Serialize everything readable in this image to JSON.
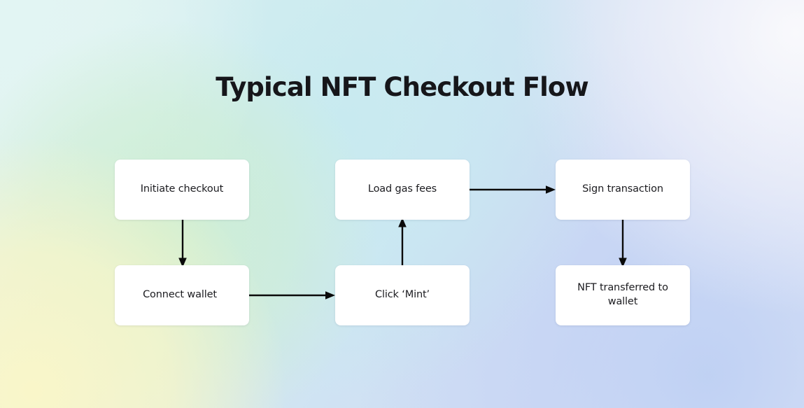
{
  "page": {
    "title": "Typical NFT Checkout Flow",
    "background_colors": {
      "mint_top_left": "#e2f5f3",
      "green_left_center": "#cdeed0",
      "cream_bottom_left": "#faf6c8",
      "cyan_center": "#c6ebf0",
      "periwinkle_bottom_right": "#bed0f3",
      "lavender_top_right": "#f0f0fa"
    },
    "title_color": "#16161a"
  },
  "diagram": {
    "node_fill": "#ffffff",
    "node_text_color": "#1c1c20",
    "edge_color": "#0a0a0a",
    "nodes": [
      {
        "id": "initiate-checkout",
        "label": "Initiate checkout",
        "column": 1,
        "row": 1
      },
      {
        "id": "connect-wallet",
        "label": "Connect wallet",
        "column": 1,
        "row": 2
      },
      {
        "id": "load-gas-fees",
        "label": "Load gas fees",
        "column": 2,
        "row": 1
      },
      {
        "id": "click-mint",
        "label": "Click ‘Mint’",
        "column": 2,
        "row": 2
      },
      {
        "id": "sign-transaction",
        "label": "Sign transaction",
        "column": 3,
        "row": 1
      },
      {
        "id": "nft-transferred",
        "label": "NFT transferred to wallet",
        "column": 3,
        "row": 2
      }
    ],
    "edges": [
      {
        "id": "initiate-to-connect",
        "from": "initiate-checkout",
        "to": "connect-wallet",
        "direction": "down"
      },
      {
        "id": "connect-to-mint",
        "from": "connect-wallet",
        "to": "click-mint",
        "direction": "right"
      },
      {
        "id": "mint-to-gas",
        "from": "click-mint",
        "to": "load-gas-fees",
        "direction": "up"
      },
      {
        "id": "gas-to-sign",
        "from": "load-gas-fees",
        "to": "sign-transaction",
        "direction": "right"
      },
      {
        "id": "sign-to-transferred",
        "from": "sign-transaction",
        "to": "nft-transferred",
        "direction": "down"
      }
    ]
  }
}
